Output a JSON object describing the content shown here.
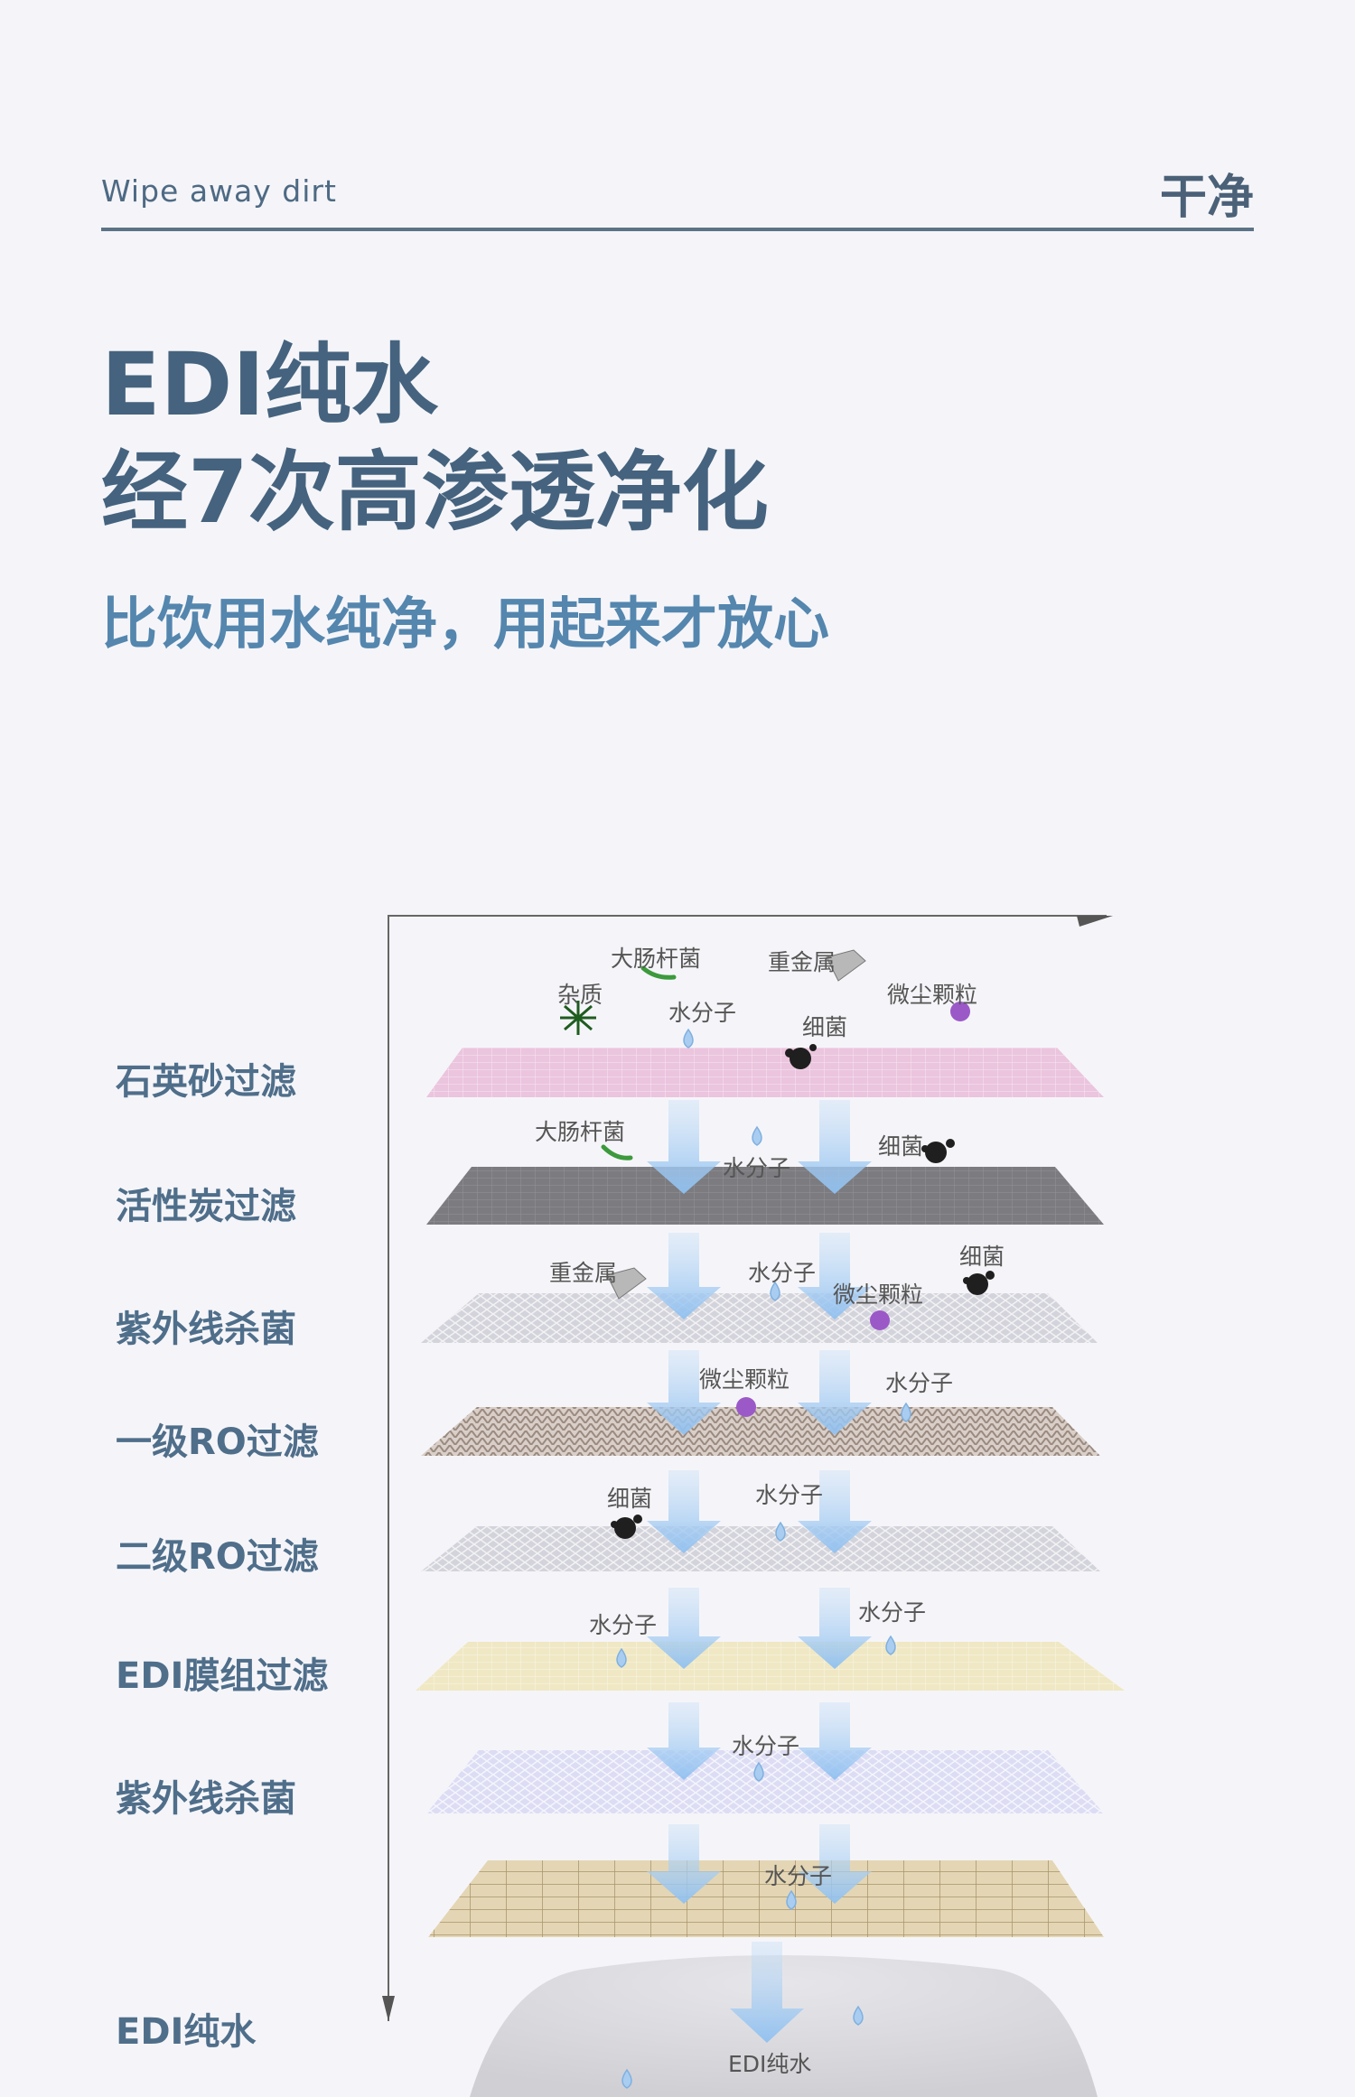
{
  "header": {
    "tag": "Wipe away dirt",
    "title": "干净"
  },
  "headline": {
    "line1": "EDI纯水",
    "line2": "经7次高渗透净化"
  },
  "subtitle": "比饮用水纯净，用起来才放心",
  "stages": [
    "石英砂过滤",
    "活性炭过滤",
    "紫外线杀菌",
    "一级RO过滤",
    "二级RO过滤",
    "EDI膜组过滤",
    "紫外线杀菌",
    "EDI纯水"
  ],
  "particles": {
    "ecoli": "大肠杆菌",
    "metal": "重金属",
    "impurity": "杂质",
    "water": "水分子",
    "dust": "微尘颗粒",
    "bacteria": "细菌",
    "edi": "EDI纯水"
  },
  "colors": {
    "title": "#45637e",
    "subtitle": "#5486ae",
    "arrow": "#9cc6f0"
  }
}
